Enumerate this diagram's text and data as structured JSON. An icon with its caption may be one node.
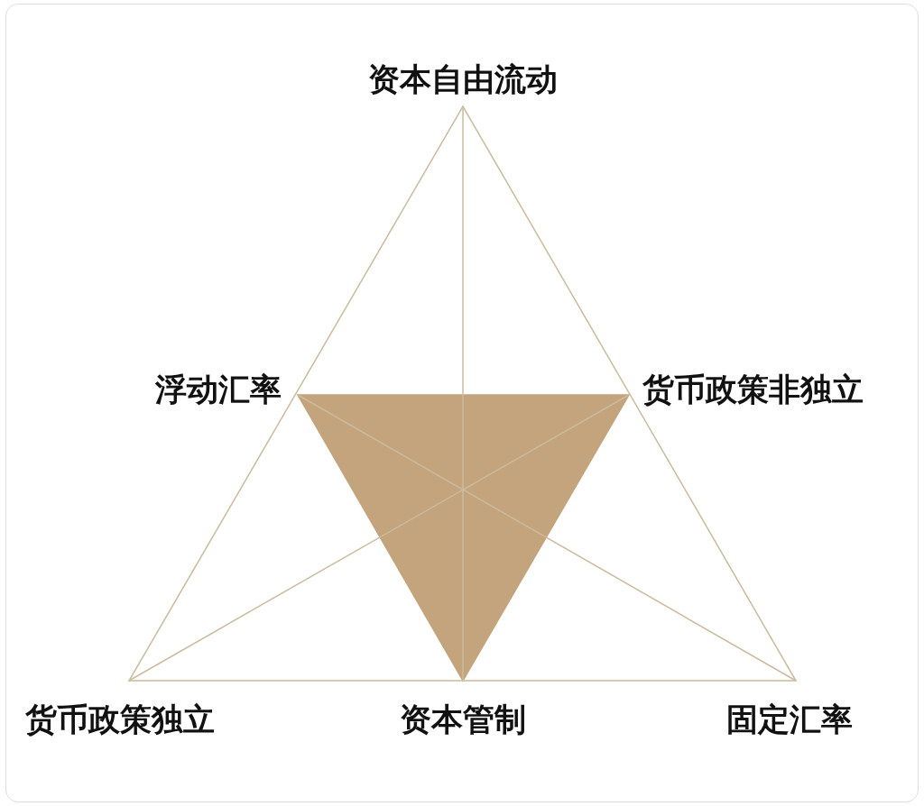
{
  "diagram": {
    "labels": [
      "资本自由流动",
      "浮动汇率",
      "货币政策非独立",
      "货币政策独立",
      "资本管制",
      "固定汇率"
    ]
  }
}
